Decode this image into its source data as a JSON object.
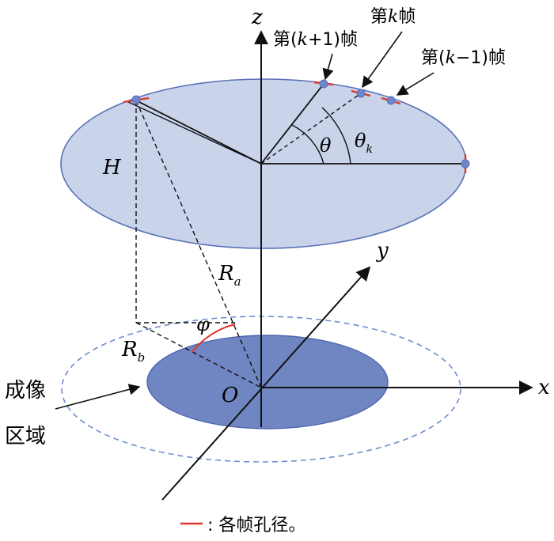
{
  "colors": {
    "upper_disk_fill": "#c9d4ea",
    "upper_disk_stroke": "#5a6fb8",
    "imaging_area_fill": "#6f86c2",
    "imaging_area_stroke": "#4f66ad",
    "dashed_circle_stroke": "#6f8ed0",
    "aperture_red": "#e0362c",
    "point_fill": "#6f86c8",
    "line": "#111111"
  },
  "labels": {
    "axis_z": "z",
    "axis_y": "y",
    "axis_x": "x",
    "origin": "O",
    "H": "H",
    "Ra": "R",
    "Ra_sub": "a",
    "Rb": "R",
    "Rb_sub": "b",
    "phi": "φ",
    "theta": "θ",
    "theta_k": "θ",
    "theta_k_sub": "k",
    "imaging_area_line1": "成像",
    "imaging_area_line2": "区域",
    "legend_text": ": 各帧孔径。"
  },
  "frames": {
    "next_prefix": "第(",
    "next_k": "k",
    "next_suffix": "+1)帧",
    "current_prefix": "第",
    "current_k": "k",
    "current_suffix": "帧",
    "prev_prefix": "第(",
    "prev_k": "k",
    "prev_suffix": "−1)帧"
  }
}
